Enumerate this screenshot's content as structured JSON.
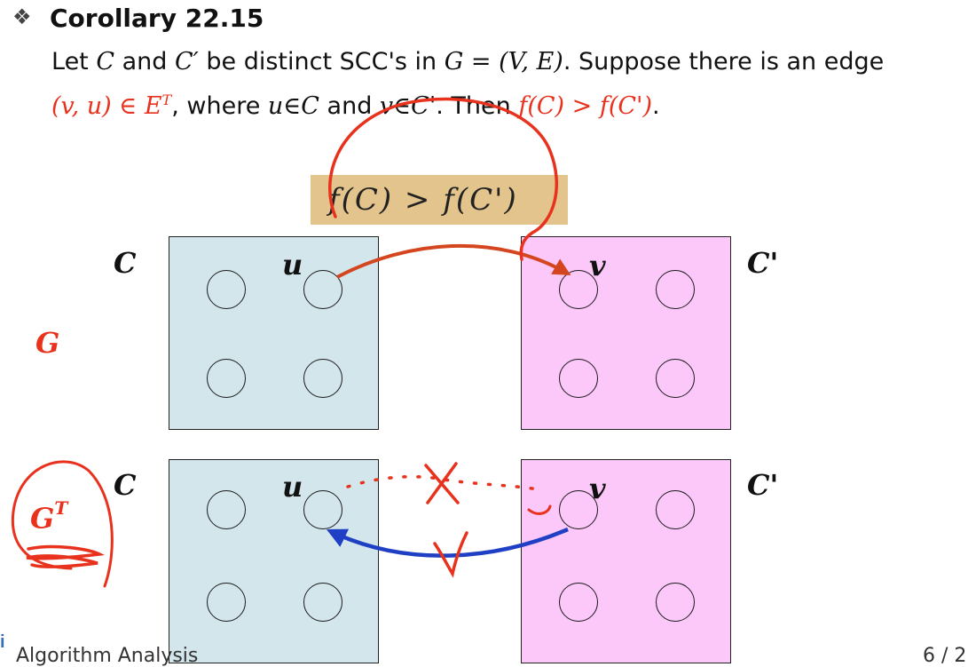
{
  "slide": {
    "bullet": "❖",
    "title": "Corollary 22.15",
    "line1_prefix": "Let ",
    "line1_C": "C",
    "line1_and": " and ",
    "line1_Cp": "C′",
    "line1_mid": " be distinct SCC's in ",
    "line1_G": "G = (V, E)",
    "line1_suffix": ". Suppose there is an edge",
    "line2_edge": "(v, u) ∈ E",
    "line2_edge_sup": "T",
    "line2_where": ", where ",
    "line2_u": "u∈C",
    "line2_and": " and ",
    "line2_v": "v∈C'",
    "line2_then": ". Then ",
    "line2_result": "f(C) > f(C')",
    "line2_end": "."
  },
  "diagram": {
    "highlight_text": "f(C) > f(C')",
    "top_row": {
      "label_left": "C",
      "label_right": "C'",
      "node_u": "u",
      "node_v": "v",
      "graph_label": "G"
    },
    "bottom_row": {
      "label_left": "C",
      "label_right": "C'",
      "node_u": "u",
      "node_v": "v",
      "graph_label": "G",
      "graph_label_sup": "T"
    },
    "colors": {
      "scc_c_fill": "#d3e6ec",
      "scc_cp_fill": "#fcc8f9",
      "edge_g": "#d4461f",
      "edge_gt": "#1f3fc4",
      "annotation_red": "#e8321d",
      "highlight": "#e3c48c"
    }
  },
  "footer": {
    "course": "Algorithm Analysis",
    "page": "6 / 2"
  }
}
